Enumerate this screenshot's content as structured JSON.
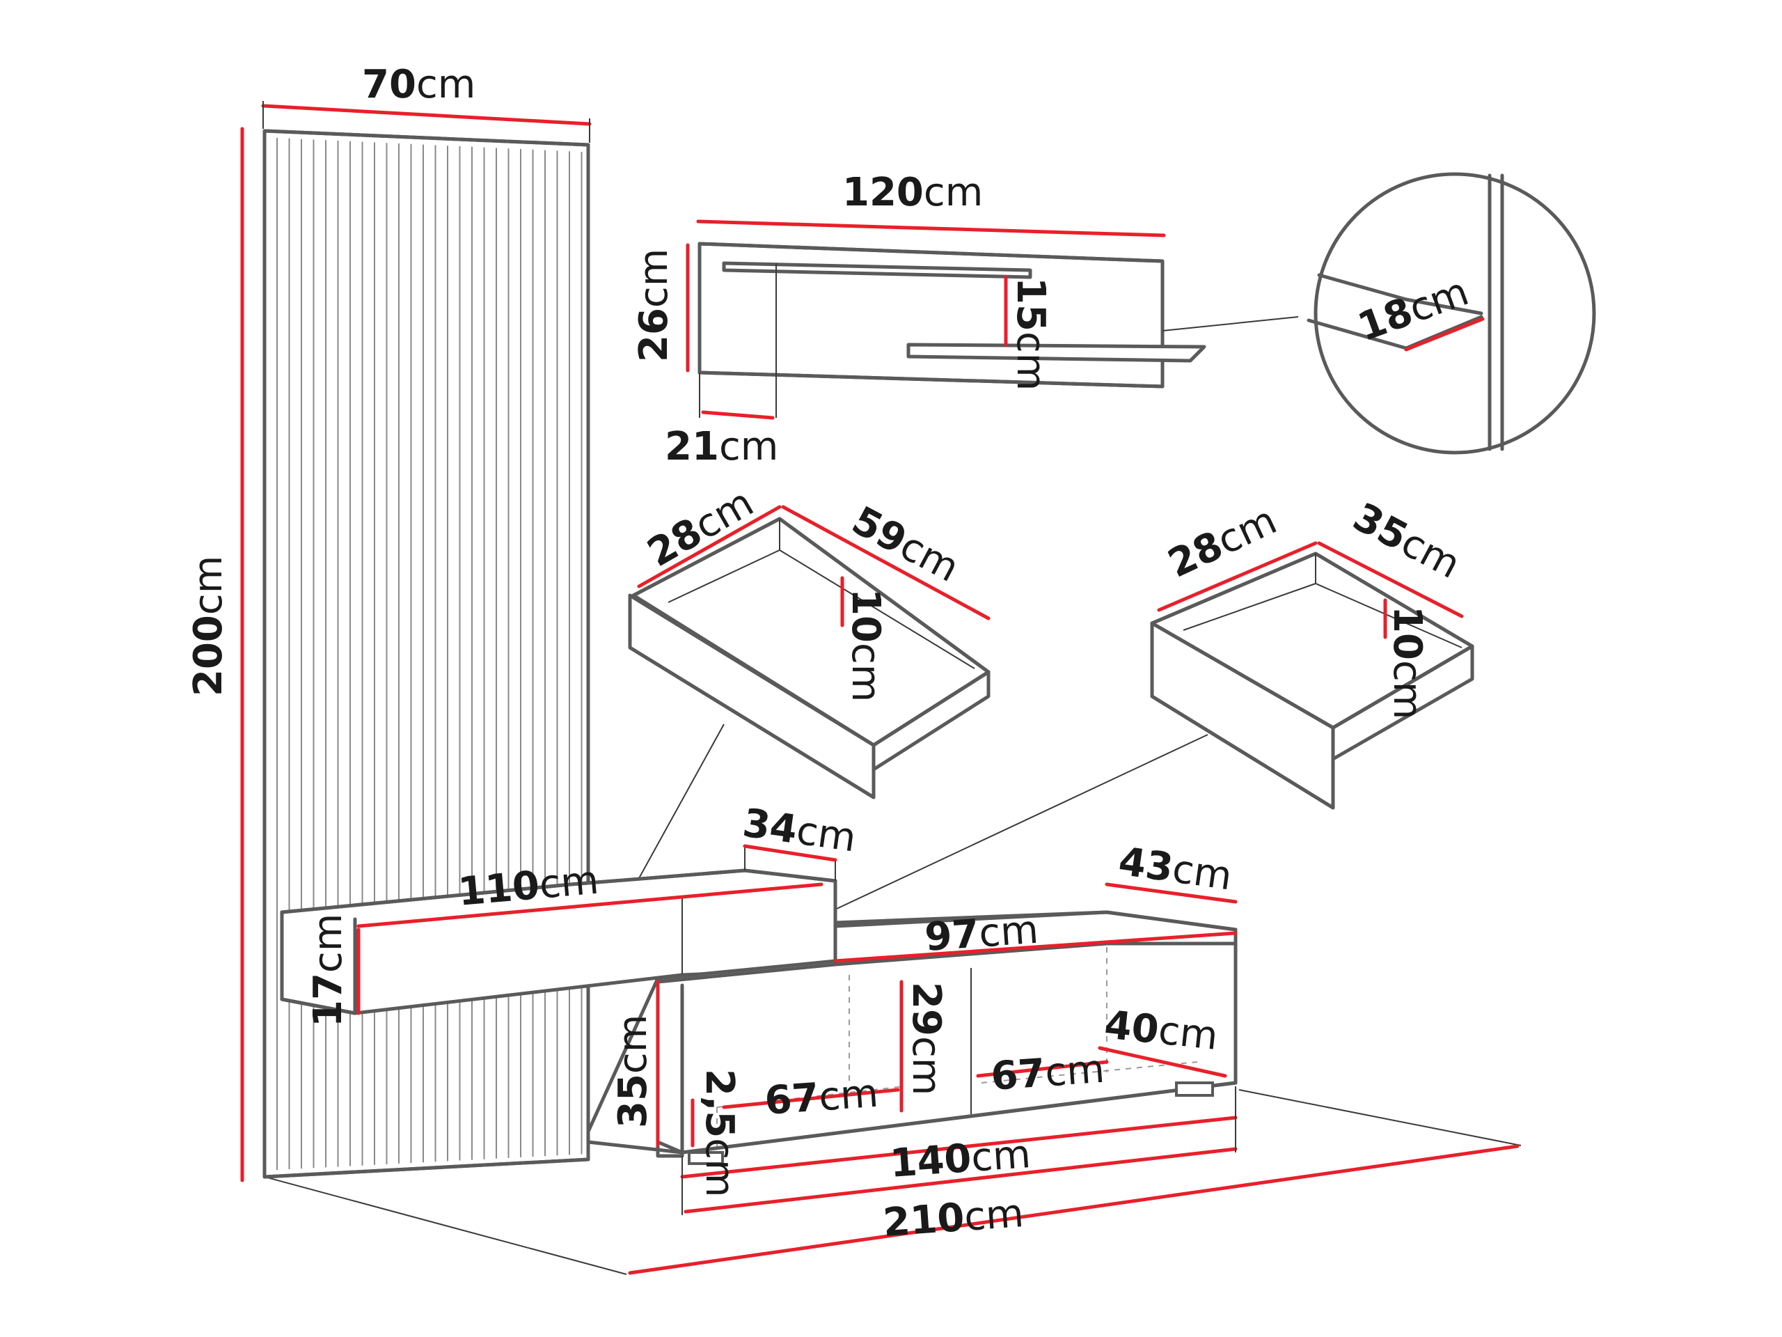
{
  "labels": {
    "panel_width": {
      "num": "70",
      "unit": "cm"
    },
    "panel_height": {
      "num": "200",
      "unit": "cm"
    },
    "shelf_width": {
      "num": "120",
      "unit": "cm"
    },
    "shelf_height": {
      "num": "26",
      "unit": "cm"
    },
    "shelf_depth": {
      "num": "21",
      "unit": "cm"
    },
    "shelf_gap": {
      "num": "15",
      "unit": "cm"
    },
    "detail_thickness": {
      "num": "18",
      "unit": "cm"
    },
    "drawer1_depth": {
      "num": "28",
      "unit": "cm"
    },
    "drawer1_width": {
      "num": "59",
      "unit": "cm"
    },
    "drawer1_height": {
      "num": "10",
      "unit": "cm"
    },
    "drawer2_depth": {
      "num": "28",
      "unit": "cm"
    },
    "drawer2_width": {
      "num": "35",
      "unit": "cm"
    },
    "drawer2_height": {
      "num": "10",
      "unit": "cm"
    },
    "upper_depth": {
      "num": "34",
      "unit": "cm"
    },
    "upper_width": {
      "num": "110",
      "unit": "cm"
    },
    "upper_height": {
      "num": "17",
      "unit": "cm"
    },
    "top_depth": {
      "num": "43",
      "unit": "cm"
    },
    "top_width": {
      "num": "97",
      "unit": "cm"
    },
    "comp_height": {
      "num": "29",
      "unit": "cm"
    },
    "inner_depth": {
      "num": "40",
      "unit": "cm"
    },
    "comp1_width": {
      "num": "67",
      "unit": "cm"
    },
    "comp2_width": {
      "num": "67",
      "unit": "cm"
    },
    "cabinet_height": {
      "num": "35",
      "unit": "cm"
    },
    "leg_height": {
      "num": "2,5",
      "unit": "cm"
    },
    "cabinet_width": {
      "num": "140",
      "unit": "cm"
    },
    "total_width": {
      "num": "210",
      "unit": "cm"
    }
  },
  "colors": {
    "dimension": "#e8202a",
    "outline": "#5a5a5a"
  }
}
